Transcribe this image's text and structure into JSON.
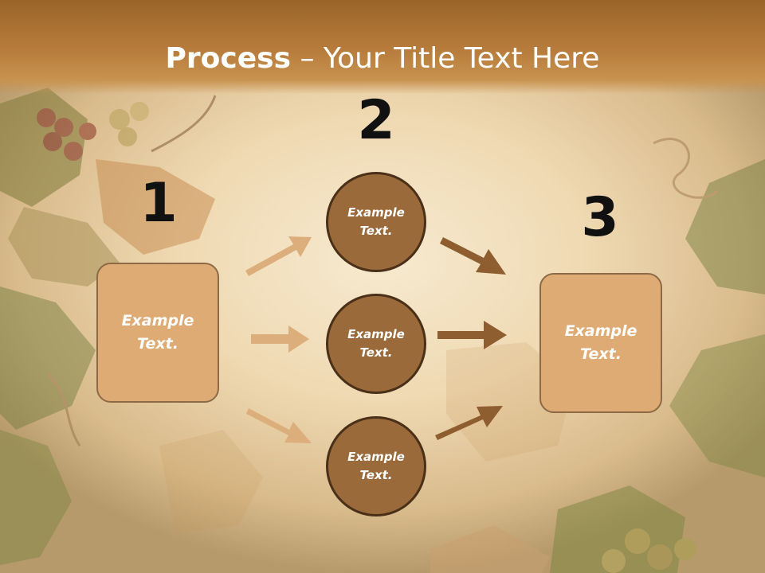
{
  "title": {
    "bold": "Process",
    "rest": " – Your Title Text Here"
  },
  "steps": {
    "one": "1",
    "two": "2",
    "three": "3"
  },
  "left_box": {
    "text": "Example Text."
  },
  "right_box": {
    "text": "Example Text."
  },
  "circles": [
    {
      "text": "Example Text."
    },
    {
      "text": "Example Text."
    },
    {
      "text": "Example Text."
    }
  ],
  "colors": {
    "title_bar": "#b87d3c",
    "box_fill": "#dfab74",
    "box_border": "#8c6a45",
    "circle_fill": "#9a6a3a",
    "circle_border": "#4a3018",
    "arrow_light": "#dcae7c",
    "arrow_dark": "#8e5e30"
  }
}
